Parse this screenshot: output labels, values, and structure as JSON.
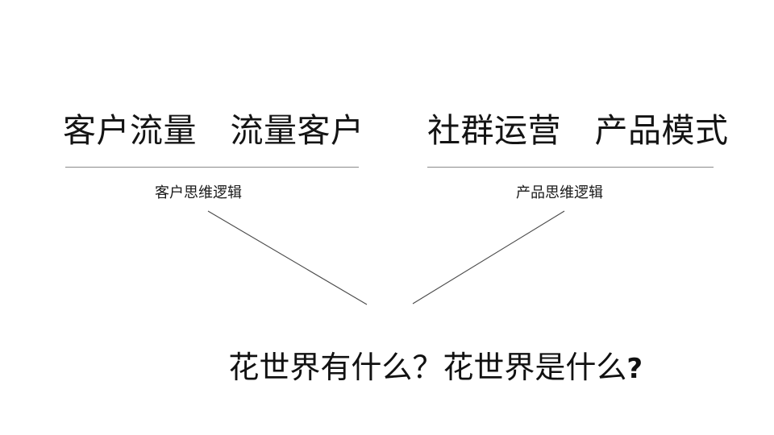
{
  "slide": {
    "background_color": "#ffffff",
    "text_color": "#141414",
    "rule_color": "#8a8a8a",
    "line_color": "#4a4a4a"
  },
  "columns": {
    "left": {
      "heading": "客户流量　流量客户",
      "sublabel": "客户思维逻辑"
    },
    "right": {
      "heading": "社群运营　产品模式",
      "sublabel": "产品思维逻辑"
    }
  },
  "conclusion": {
    "part_one": "花世界有什么？",
    "part_two": "花世界是什么",
    "trailing_question_mark": "?"
  }
}
